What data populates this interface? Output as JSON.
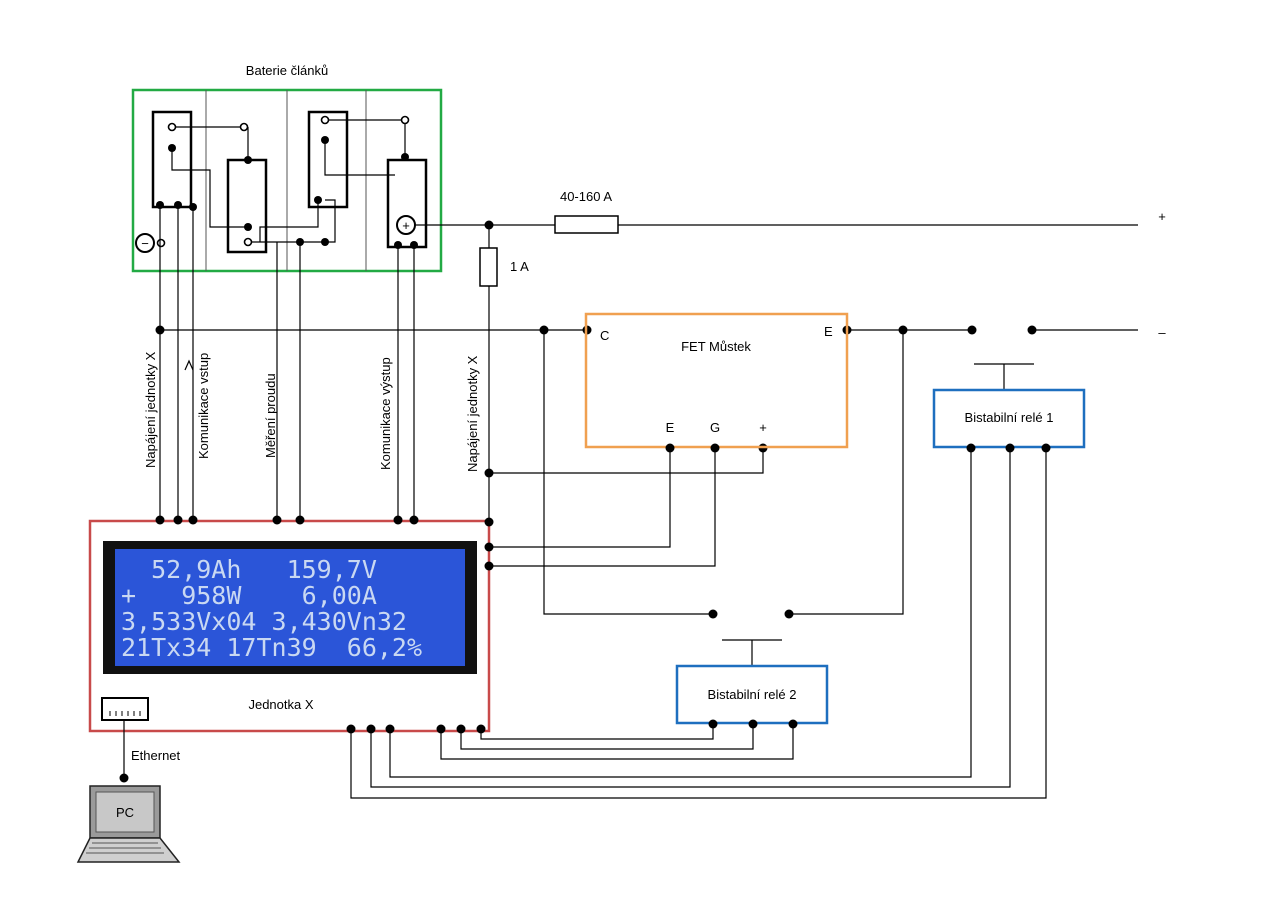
{
  "battery": {
    "title": "Baterie článků",
    "minus_symbol": "−",
    "plus_symbol": "+"
  },
  "fuses": {
    "main": "40-160 A",
    "small": "1 A"
  },
  "rails": {
    "plus": "+",
    "minus": "–"
  },
  "fet": {
    "title": "FET Můstek",
    "pin_c": "C",
    "pin_e_top": "E",
    "pin_e": "E",
    "pin_g": "G",
    "pin_plus": "+"
  },
  "relay1": {
    "title": "Bistabilní relé 1"
  },
  "relay2": {
    "title": "Bistabilní relé 2"
  },
  "wires": {
    "power_left": "Napájení jednotky X",
    "comm_in": "Komunikace vstup",
    "current": "Měření proudu",
    "comm_out": "Komunikace výstup",
    "power_right": "Napájení jednotky X"
  },
  "unit": {
    "title": "Jednotka X",
    "lcd": [
      "  52,9Ah   159,7V",
      "+   958W    6,00A",
      "3,533Vx04 3,430Vn32",
      "21Tx34 17Tn39  66,2%"
    ]
  },
  "ethernet": {
    "label": "Ethernet"
  },
  "pc": {
    "label": "PC"
  },
  "colors": {
    "battery": "#22aa44",
    "fet": "#f0a050",
    "relay": "#1e6fbf",
    "unit": "#c84a4a",
    "lcd_bg": "#2b55d8",
    "lcd_text": "#c9d8f2"
  }
}
